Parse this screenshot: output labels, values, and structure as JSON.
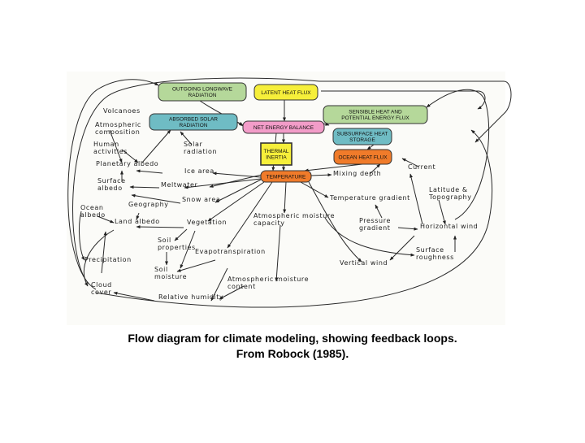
{
  "caption": {
    "line1": "Flow diagram for climate modeling, showing feedback loops.",
    "line2": "From Robock (1985)."
  },
  "boxes": {
    "outgoing_longwave": [
      "OUTGOING LONGWAVE",
      "RADIATION"
    ],
    "latent_heat": [
      "LATENT HEAT FLUX"
    ],
    "sensible_heat": [
      "SENSIBLE HEAT AND",
      "POTENTIAL ENERGY FLUX"
    ],
    "absorbed_solar": [
      "ABSORBED SOLAR",
      "RADIATION"
    ],
    "net_energy": [
      "NET ENERGY BALANCE"
    ],
    "subsurface_heat": [
      "SUBSURFACE HEAT",
      "STORAGE"
    ],
    "thermal_inertia": [
      "THERMAL",
      "INERTIA"
    ],
    "ocean_heat": [
      "OCEAN HEAT FLUX"
    ],
    "temperature": [
      "TEMPERATURE"
    ]
  },
  "colors": {
    "outgoing_longwave": "#b5d89a",
    "latent_heat": "#f6ef3a",
    "sensible_heat": "#b5d89a",
    "absorbed_solar": "#6fbcc4",
    "net_energy": "#f29cc8",
    "subsurface_heat": "#6fbcc4",
    "thermal_inertia": "#f6ef3a",
    "ocean_heat": "#f07b2a",
    "temperature": "#f07b2a"
  },
  "labels": {
    "volcanoes": [
      "Volcanoes"
    ],
    "atm_composition": [
      "Atmospheric",
      "composition"
    ],
    "human_activities": [
      "Human",
      "activities"
    ],
    "solar_radiation": [
      "Solar",
      "radiation"
    ],
    "planetary_albedo": [
      "Planetary albedo"
    ],
    "ice_area": [
      "Ice area"
    ],
    "surface_albedo": [
      "Surface",
      "albedo"
    ],
    "meltwater": [
      "Meltwater"
    ],
    "snow_area": [
      "Snow area"
    ],
    "ocean_albedo": [
      "Ocean",
      "albedo"
    ],
    "geography": [
      "Geography"
    ],
    "land_albedo": [
      "Land albedo"
    ],
    "vegetation": [
      "Vegetation"
    ],
    "soil_properties": [
      "Soil",
      "properties"
    ],
    "evapotranspiration": [
      "Evapotranspiration"
    ],
    "precipitation": [
      "Precipitation"
    ],
    "soil_moisture": [
      "Soil",
      "moisture"
    ],
    "atm_moisture_capacity": [
      "Atmospheric moisture",
      "capacity"
    ],
    "atm_moisture_content": [
      "Atmospheric moisture",
      "content"
    ],
    "cloud_cover": [
      "Cloud",
      "cover"
    ],
    "relative_humidity": [
      "Relative humidity"
    ],
    "mixing_depth": [
      "Mixing depth"
    ],
    "current": [
      "Current"
    ],
    "temperature_gradient": [
      "Temperature gradient"
    ],
    "latitude_topography": [
      "Latitude &",
      "Topography"
    ],
    "pressure_gradient": [
      "Pressure",
      "gradient"
    ],
    "horizontal_wind": [
      "Horizontal wind"
    ],
    "surface_roughness": [
      "Surface",
      "roughness"
    ],
    "vertical_wind": [
      "Vertical wind"
    ]
  }
}
